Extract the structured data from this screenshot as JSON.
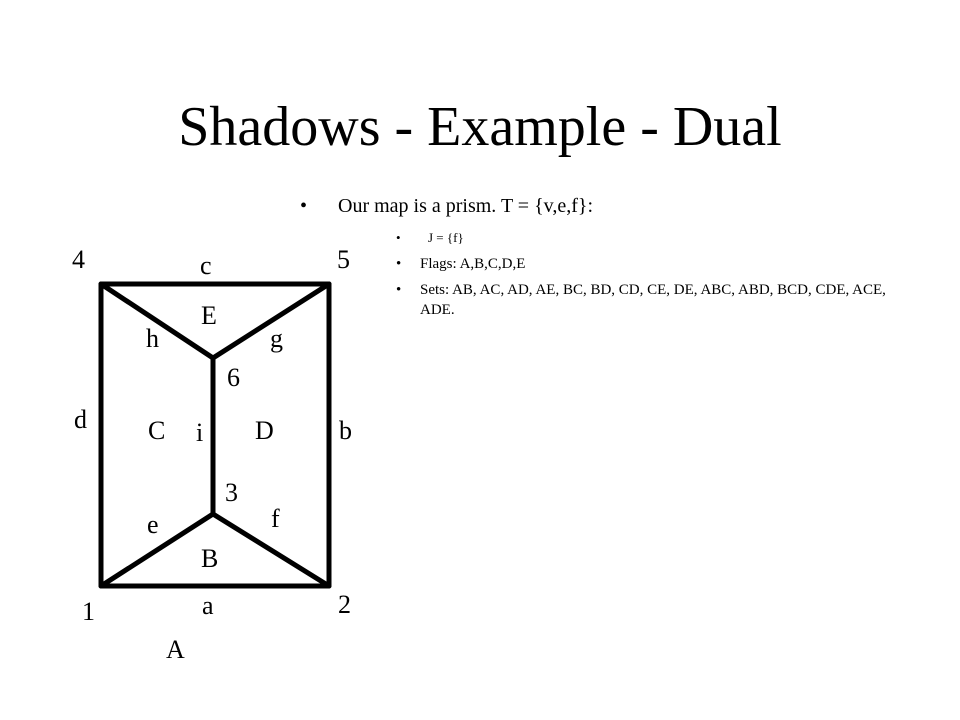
{
  "title": "Shadows - Example - Dual",
  "bullets": {
    "main": "Our map is a prism. T = {v,e,f}:",
    "subs": [
      "J = {f}",
      "Flags: A,B,C,D,E",
      "Sets: AB, AC, AD, AE, BC, BD, CD, CE, DE, ABC, ABD, BCD, CDE, ACE, ADE."
    ]
  },
  "diagram": {
    "vertex_labels": [
      "1",
      "2",
      "3",
      "4",
      "5",
      "6"
    ],
    "edge_labels": [
      "a",
      "b",
      "c",
      "d",
      "e",
      "f",
      "g",
      "h",
      "i"
    ],
    "face_labels": [
      "A",
      "B",
      "C",
      "D",
      "E"
    ]
  }
}
